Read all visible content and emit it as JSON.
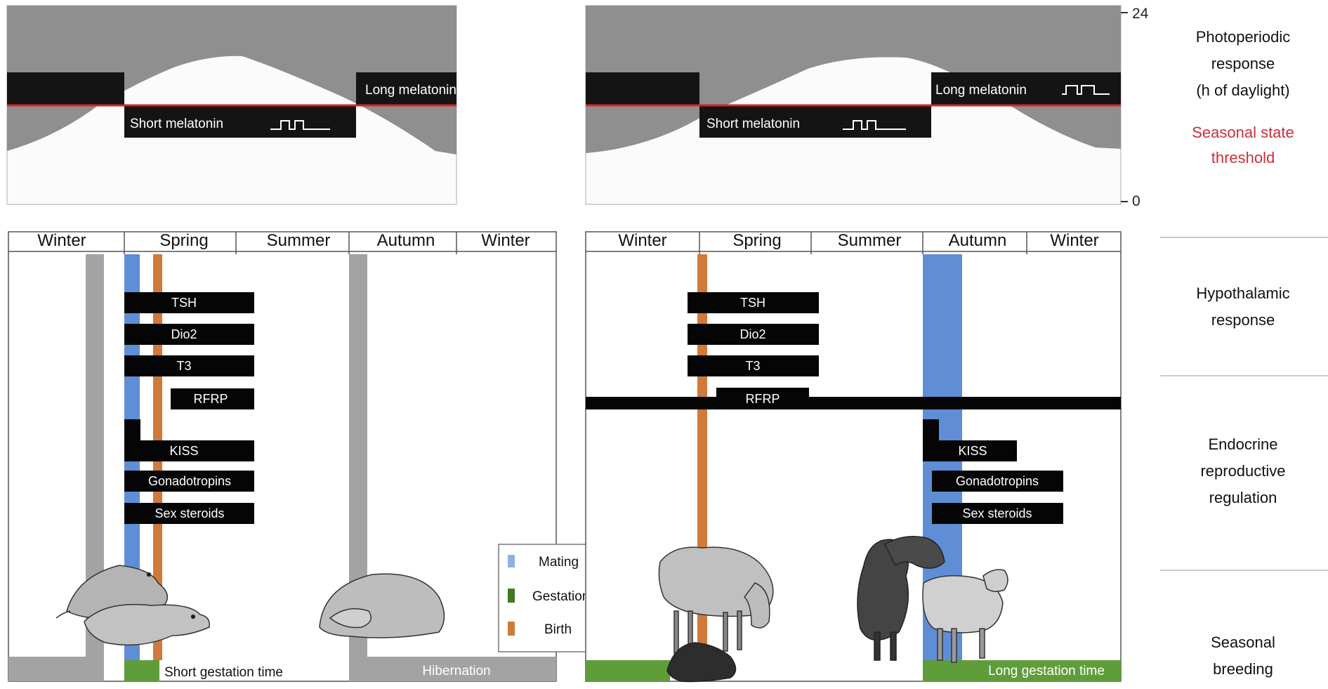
{
  "axis": {
    "top_tick": "24",
    "bottom_tick": "0"
  },
  "side_labels": {
    "photoperiodic": [
      "Photoperiodic",
      "response",
      "(h of daylight)"
    ],
    "threshold": [
      "Seasonal state",
      "threshold"
    ],
    "hypothalamic": [
      "Hypothalamic",
      "response"
    ],
    "endocrine": [
      "Endocrine",
      "reproductive",
      "regulation"
    ],
    "breeding": [
      "Seasonal",
      "breeding"
    ]
  },
  "colors": {
    "daylight_fill": "#8f8f8f",
    "threshold": "#d7232a",
    "threshold_text": "#c8303a",
    "mating": "#5f8ed6",
    "gestation": "#5f9c3a",
    "birth": "#cf7a3a",
    "hibernation": "#a3a3a3"
  },
  "left_panel": {
    "short_melatonin": "Short melatonin",
    "long_melatonin": "Long melatonin",
    "seasons": [
      "Winter",
      "Spring",
      "Summer",
      "Autumn",
      "Winter"
    ],
    "bars": [
      "TSH",
      "Dio2",
      "T3",
      "RFRP",
      "KISS",
      "Gonadotropins",
      "Sex steroids"
    ],
    "gestation_label": "Short gestation time",
    "hibernation_label": "Hibernation"
  },
  "right_panel": {
    "short_melatonin": "Short melatonin",
    "long_melatonin": "Long melatonin",
    "seasons": [
      "Winter",
      "Spring",
      "Summer",
      "Autumn",
      "Winter"
    ],
    "bars": [
      "TSH",
      "Dio2",
      "T3",
      "RFRP",
      "KISS",
      "Gonadotropins",
      "Sex steroids"
    ],
    "gestation_label": "Long gestation time"
  },
  "legend": {
    "items": [
      "Mating",
      "Gestation",
      "Birth"
    ]
  }
}
